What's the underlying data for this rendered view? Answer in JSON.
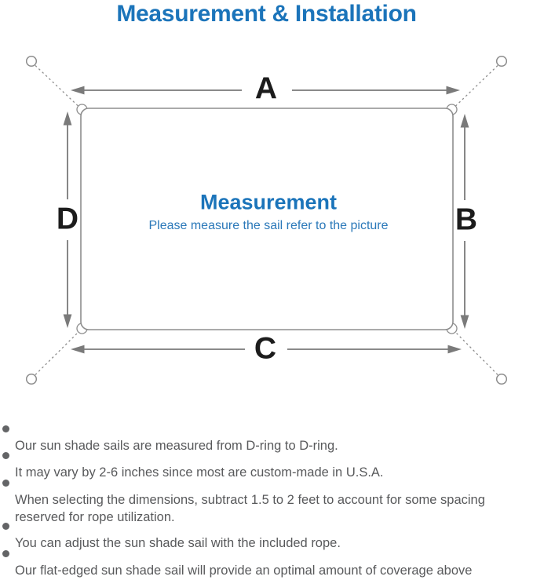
{
  "title": "Measurement & Installation",
  "diagram": {
    "labels": {
      "top": "A",
      "right": "B",
      "bottom": "C",
      "left": "D"
    },
    "center_title": "Measurement",
    "center_subtitle": "Please measure the sail refer to the picture"
  },
  "notes": [
    "Our sun shade sails are measured from D-ring to D-ring.",
    "It may vary by 2-6 inches since most are custom-made in U.S.A.",
    "When selecting the dimensions, subtract 1.5 to 2 feet to account for some spacing\nreserved for rope utilization.",
    "You can adjust the sun shade sail with the included rope.",
    "Our flat-edged sun shade sail will provide an optimal amount of coverage above\nthe area it’ s placed."
  ],
  "colors": {
    "accent_blue": "#1b74ba",
    "subtitle_blue": "#2a78b9",
    "outline_gray": "#8d8d8d",
    "arrow_gray": "#7a7a7a",
    "note_text_gray": "#58595b",
    "label_black": "#1c1c1c"
  }
}
